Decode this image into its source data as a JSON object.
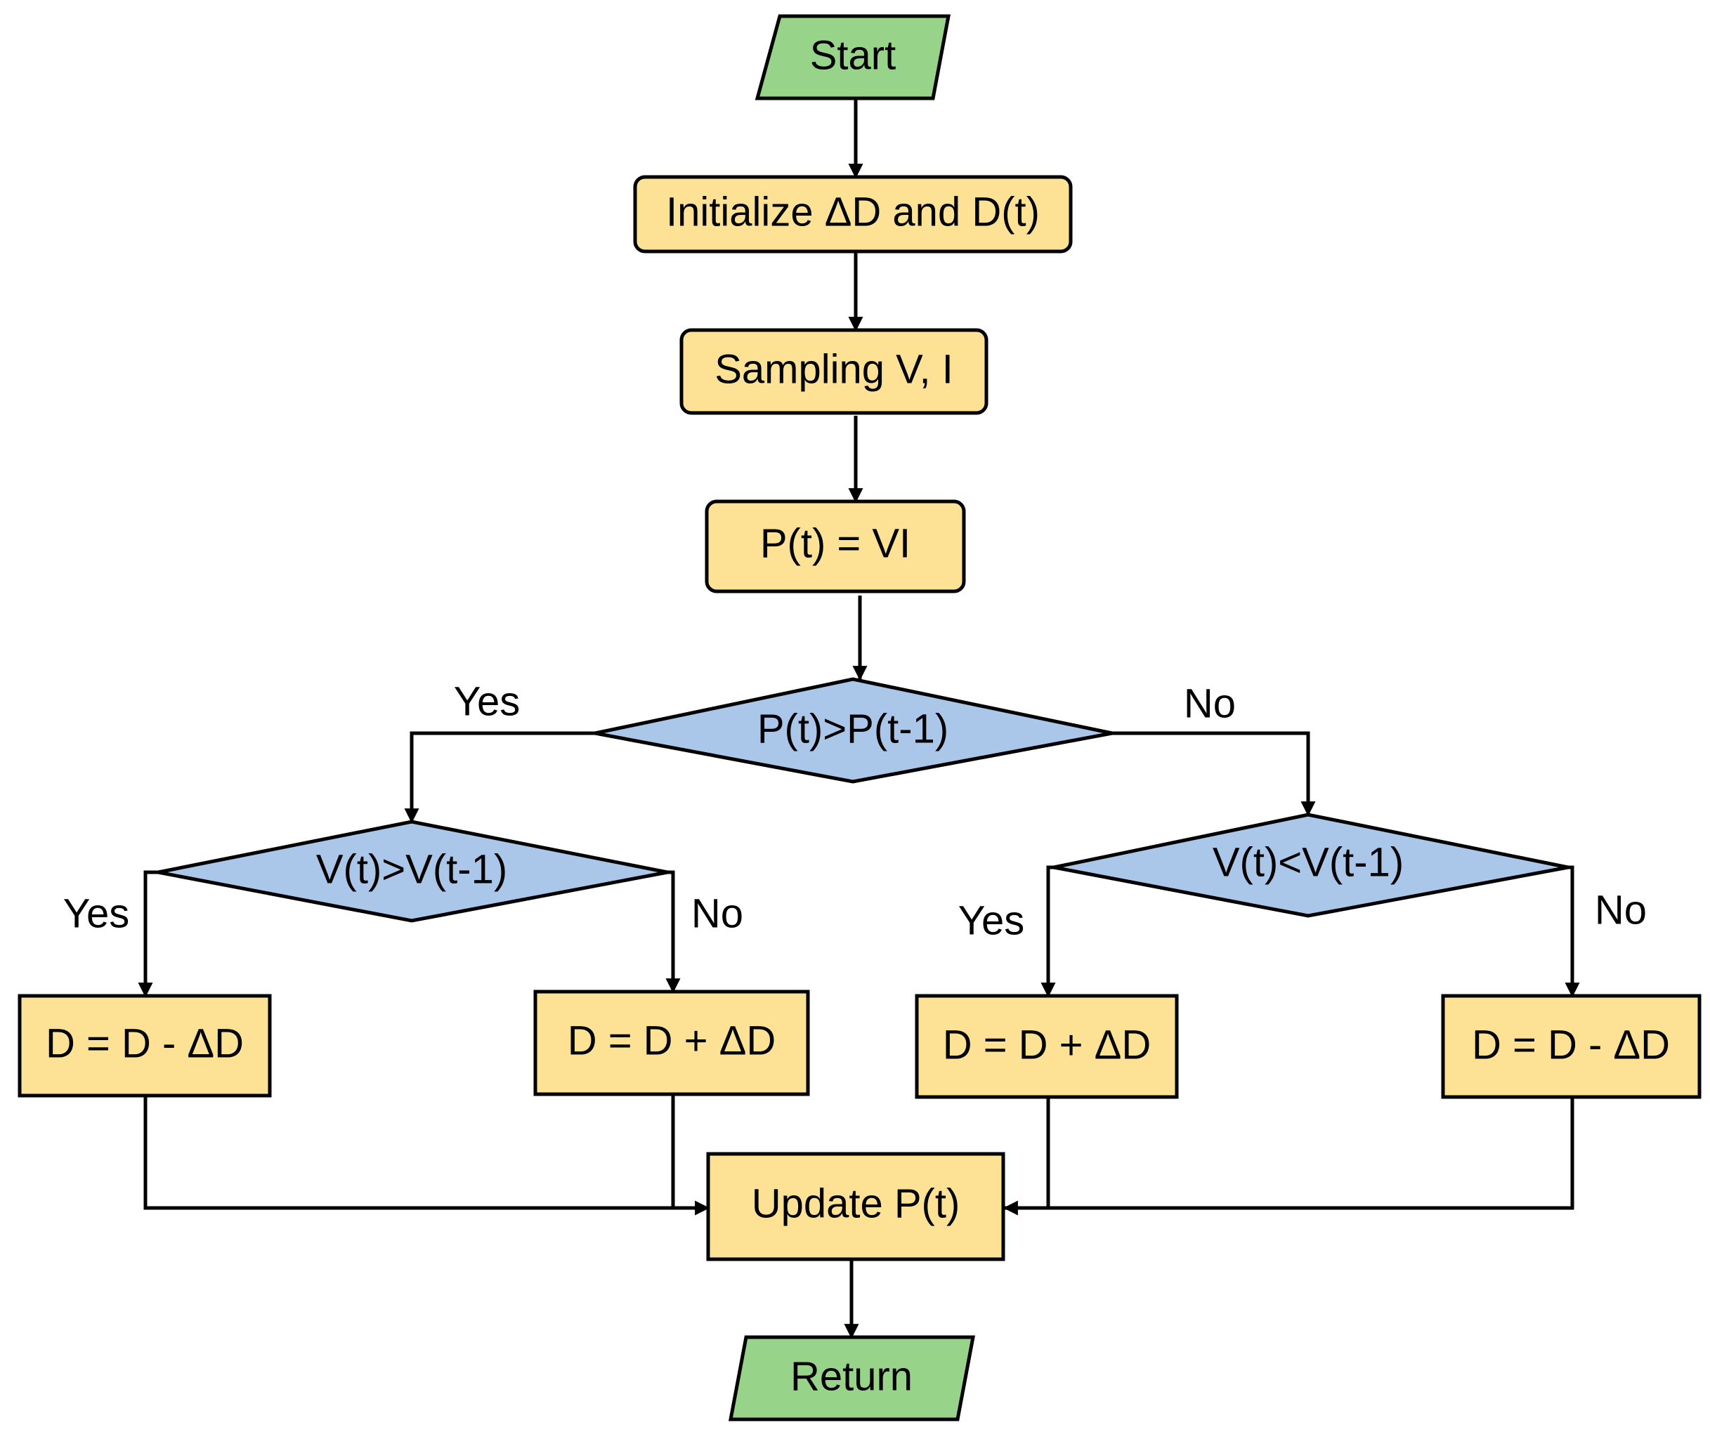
{
  "nodes": {
    "start": "Start",
    "init": "Initialize  ΔD and D(t)",
    "sampling": "Sampling V, I",
    "power": "P(t) = VI",
    "dec_power": "P(t)>P(t-1)",
    "dec_v_gt": "V(t)>V(t-1)",
    "dec_v_lt": "V(t)<V(t-1)",
    "box_ll": "D = D - ΔD",
    "box_lr": "D = D + ΔD",
    "box_rl": "D = D + ΔD",
    "box_rr": "D = D - ΔD",
    "update": "Update P(t)",
    "return": "Return"
  },
  "edges": {
    "power_yes": "Yes",
    "power_no": "No",
    "vgt_yes": "Yes",
    "vgt_no": "No",
    "vlt_yes": "Yes",
    "vlt_no": "No"
  },
  "colors": {
    "terminal": "#98d38a",
    "process": "#fde296",
    "decision": "#aac6e9"
  }
}
